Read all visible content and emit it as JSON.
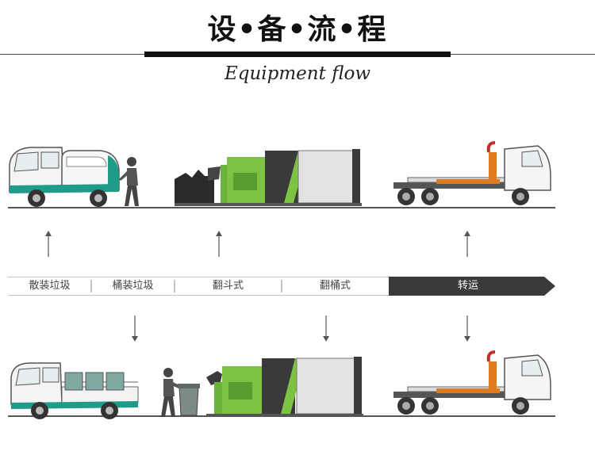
{
  "header": {
    "title": "设•备•流•程",
    "subtitle": "Equipment flow"
  },
  "flow": {
    "stages": [
      {
        "label": "散装垃圾"
      },
      {
        "label": "桶装垃圾"
      },
      {
        "label": "翻斗式"
      },
      {
        "label": "翻桶式"
      },
      {
        "label": "转运"
      }
    ]
  },
  "colors": {
    "accent_green": "#7dc242",
    "dark_bar": "#3a3a3a",
    "vehicle_teal": "#1f9b8a"
  }
}
